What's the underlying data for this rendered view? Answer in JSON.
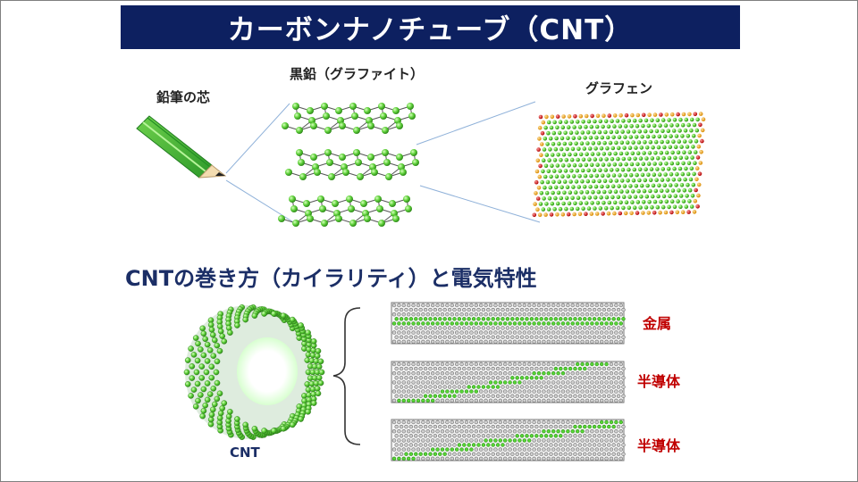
{
  "title": "カーボンナノチューブ（CNT）",
  "labels": {
    "pencil_core": "鉛筆の芯",
    "graphite": "黒鉛（グラファイト）",
    "graphene": "グラフェン",
    "cnt": "CNT"
  },
  "section_heading": "CNTの巻き方（カイラリティ）と電気特性",
  "tube_types": [
    {
      "label": "金属"
    },
    {
      "label": "半導体"
    },
    {
      "label": "半導体"
    }
  ],
  "colors": {
    "title_bg": "#0d2060",
    "heading_text": "#1b2e66",
    "atom_green": "#5fd13a",
    "tube_grey": "#9a9a9a",
    "type_label": "#c00000"
  }
}
